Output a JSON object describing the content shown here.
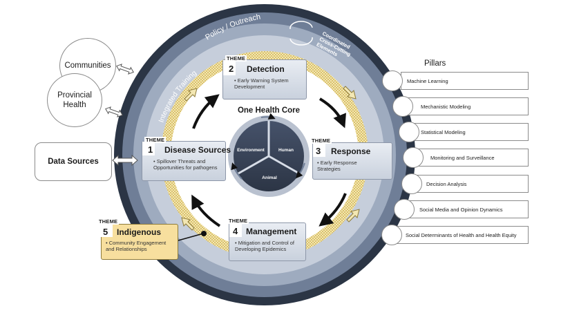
{
  "outer_ring": {
    "top_label": "Policy / Outreach",
    "cross_cutting_label": "Coordinated Cross-Cutting Elements",
    "training_label": "Integrated Training"
  },
  "external": {
    "communities": "Communities",
    "provincial_health": "Provincial Health",
    "data_sources": "Data Sources"
  },
  "core": {
    "title": "One Health Core",
    "segments": [
      "Environment",
      "Human",
      "Animal"
    ]
  },
  "themes": [
    {
      "tag": "THEME",
      "number": "1",
      "title": "Disease Sources",
      "description": "Spillover Threats and Opportunities for pathogens"
    },
    {
      "tag": "THEME",
      "number": "2",
      "title": "Detection",
      "description": "Early Warning System Development"
    },
    {
      "tag": "THEME",
      "number": "3",
      "title": "Response",
      "description": "Early Response Strategies"
    },
    {
      "tag": "THEME",
      "number": "4",
      "title": "Management",
      "description": "Mitigation and Control of Developing Epidemics"
    },
    {
      "tag": "THEME",
      "number": "5",
      "title": "Indigenous",
      "description": "Community Engagement and Relationships"
    }
  ],
  "pillars": {
    "title": "Pillars",
    "items": [
      "Machine Learning",
      "Mechanistic Modeling",
      "Statistical Modeling",
      "Monitoring and Surveillance",
      "Decision Analysis",
      "Social Media and Opinion Dynamics",
      "Social Determinants of Health and Health Equity"
    ]
  },
  "colors": {
    "ring_outer": "#2b3545",
    "ring_second": "#6f7e97",
    "ring_third": "#9eabbf",
    "ring_fourth": "#c6cedb",
    "dotted_band": "#e8d68a",
    "core_fill": "#3b4659",
    "theme_box": "#d5dbe5",
    "indigenous_box": "#f7df9e"
  }
}
